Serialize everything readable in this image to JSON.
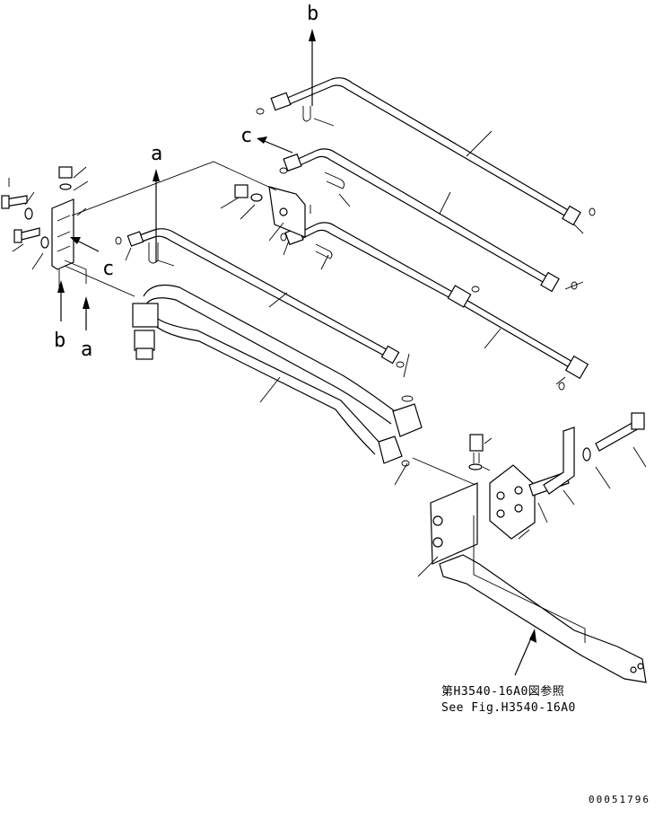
{
  "diagram": {
    "callouts": {
      "b_top": "b",
      "c_top": "c",
      "a_top": "a",
      "c_left": "c",
      "b_bottom": "b",
      "a_bottom": "a"
    },
    "reference_note_jp": "第H3540-16A0図参照",
    "reference_note_en": "See Fig.H3540-16A0",
    "drawing_code": "00051796"
  }
}
